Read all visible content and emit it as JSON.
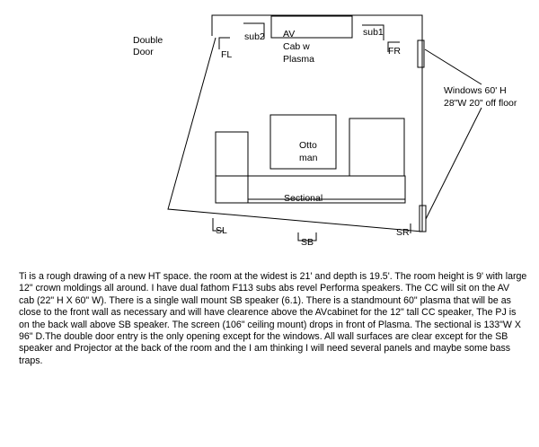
{
  "labels": {
    "double_door_line1": "Double",
    "double_door_line2": "Door",
    "fl": "FL",
    "sub2": "sub2",
    "av_line1": "AV",
    "av_line2": "Cab w",
    "av_line3": "Plasma",
    "sub1": "sub1",
    "fr": "FR",
    "windows_line1": "Windows 60' H",
    "windows_line2": "28\"W 20\" off floor",
    "ottoman_line1": "Otto",
    "ottoman_line2": "man",
    "sectional": "Sectional",
    "sl": "SL",
    "sb": "SB",
    "sr": "SR"
  },
  "description": "Ti is a rough drawing of a new HT space. the room at the widest is 21' and depth is 19.5'. The room height is 9' with large 12\" crown moldings all around. I have dual fathom F113 subs abs revel Performa speakers. The CC will sit on the AV cab (22\" H X 60\" W). There is a single wall mount SB speaker (6.1). There is a standmount 60\" plasma that will be as close to the front wall as necessary and will have clearence above the AVcabinet for the 12\" tall CC speaker,  The PJ is on the back wall above SB speaker. The screen (106\" ceiling mount) drops in front of Plasma. The sectional is 133\"W X 96\" D.The double door entry is the only opening except for the windows. All wall surfaces are clear except for the SB speaker and Projector at the back of the room and the  I am thinking I will need several panels and maybe some bass traps."
}
